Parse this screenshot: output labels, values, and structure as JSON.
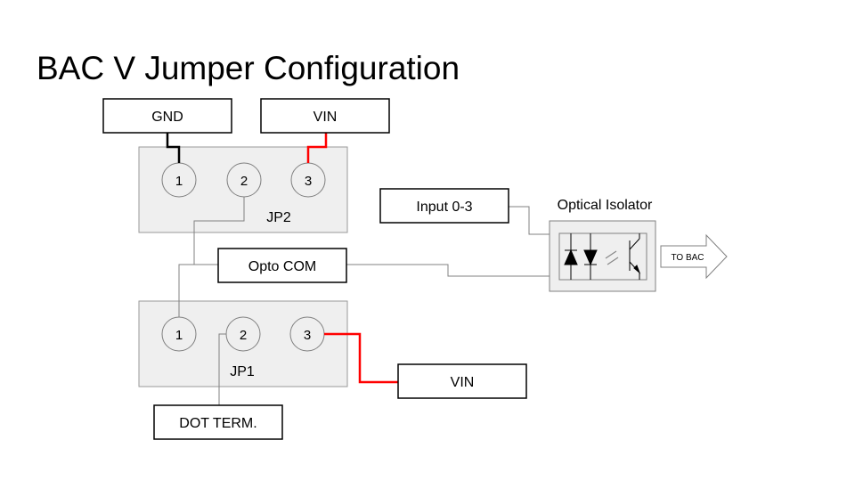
{
  "title": "BAC V Jumper Configuration",
  "labels": {
    "gnd": "GND",
    "vin_top": "VIN",
    "vin_bottom": "VIN",
    "opto_com": "Opto COM",
    "dot_term": "DOT TERM.",
    "input": "Input 0-3",
    "optical_isolator": "Optical Isolator",
    "to_bac": "TO BAC",
    "jp2": "JP2",
    "jp1": "JP1"
  },
  "jp2_pins": [
    "1",
    "2",
    "3"
  ],
  "jp1_pins": [
    "1",
    "2",
    "3"
  ],
  "colors": {
    "wire": "#808080",
    "gnd_wire": "#000000",
    "vin_wire": "#ff0000",
    "jumper_fill": "#efefef",
    "border": "#000000"
  }
}
